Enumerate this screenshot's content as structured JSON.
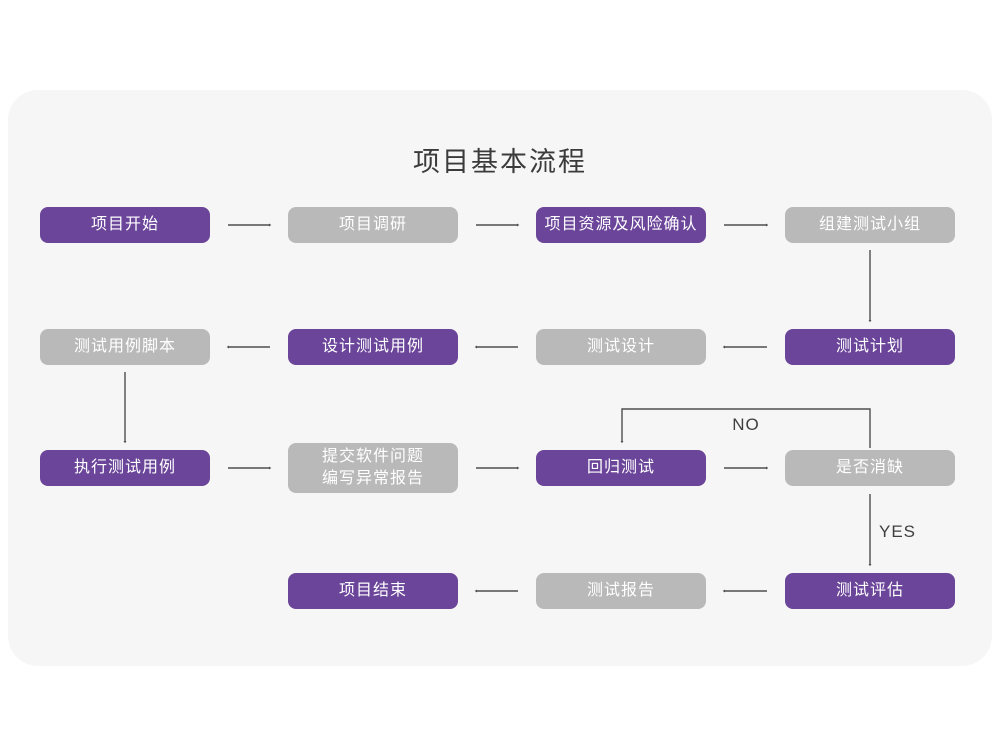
{
  "title": "项目基本流程",
  "colors": {
    "purple": "#6b4599",
    "gray": "#b9b9b9",
    "card_bg": "#f6f6f6",
    "arrow": "#4f4f4f",
    "page_bg": "#ffffff"
  },
  "decision_labels": {
    "no": "NO",
    "yes": "YES"
  },
  "nodes": [
    {
      "id": "project-start",
      "label": "项目开始",
      "variant": "purple"
    },
    {
      "id": "project-research",
      "label": "项目调研",
      "variant": "gray"
    },
    {
      "id": "resource-risk",
      "label": "项目资源及风险确认",
      "variant": "purple"
    },
    {
      "id": "build-team",
      "label": "组建测试小组",
      "variant": "gray"
    },
    {
      "id": "test-plan",
      "label": "测试计划",
      "variant": "purple"
    },
    {
      "id": "test-design",
      "label": "测试设计",
      "variant": "gray"
    },
    {
      "id": "design-cases",
      "label": "设计测试用例",
      "variant": "purple"
    },
    {
      "id": "case-script",
      "label": "测试用例脚本",
      "variant": "gray"
    },
    {
      "id": "execute-cases",
      "label": "执行测试用例",
      "variant": "purple"
    },
    {
      "id": "issue-report",
      "label": "提交软件问题\n编写异常报告",
      "variant": "gray"
    },
    {
      "id": "regression-test",
      "label": "回归测试",
      "variant": "purple"
    },
    {
      "id": "defect-cleared",
      "label": "是否消缺",
      "variant": "gray"
    },
    {
      "id": "test-evaluate",
      "label": "测试评估",
      "variant": "purple"
    },
    {
      "id": "test-report",
      "label": "测试报告",
      "variant": "gray"
    },
    {
      "id": "project-end",
      "label": "项目结束",
      "variant": "purple"
    }
  ]
}
